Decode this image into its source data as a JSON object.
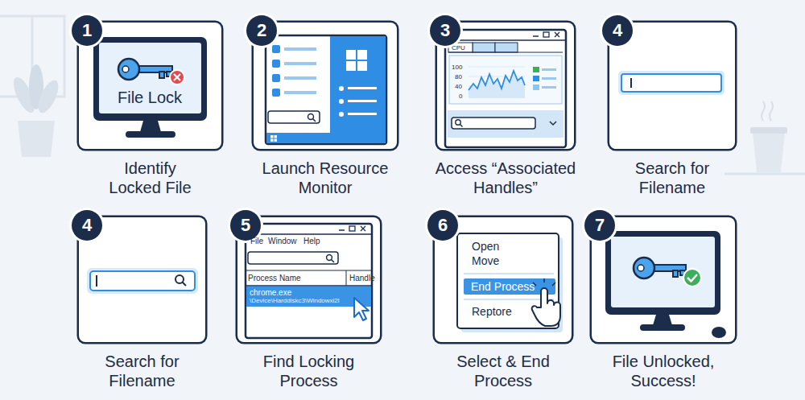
{
  "diagram": {
    "nodes": [
      {
        "text": [
          "Identify Locked File"
        ]
      },
      {
        "text": [
          "1"
        ],
        "in": 0
      },
      {
        "text": [
          "Launch Resource Monitor"
        ]
      },
      {
        "text": [
          "2"
        ],
        "in": 2
      },
      {
        "text": [
          "Access “Associated Handles”"
        ]
      },
      {
        "text": [
          "3"
        ],
        "in": 4
      },
      {
        "text": [
          "Search for Filename"
        ]
      },
      {
        "text": [
          "4"
        ],
        "in": 6
      },
      {
        "text": [
          "Search for Filename"
        ]
      },
      {
        "text": [
          "4"
        ],
        "in": 8
      },
      {
        "text": [
          "Find Locking Process"
        ]
      },
      {
        "text": [
          "5"
        ],
        "in": 10
      },
      {
        "text": [
          "chrome.exe",
          "\\Device\\Harddiskc3\\Windowxi2l"
        ],
        "in": 10
      },
      {
        "text": [
          "Select & End Process"
        ]
      },
      {
        "text": [
          "6"
        ],
        "in": 13
      },
      {
        "text": [
          "End Process"
        ],
        "in": 13
      },
      {
        "text": [
          "File Unlocked, Success!"
        ]
      },
      {
        "text": [
          "7"
        ],
        "in": 16
      }
    ],
    "labels": [
      "File Lock",
      "CPU",
      "100",
      "80",
      "40",
      "0",
      "File",
      "Window",
      "Help",
      "Process Name",
      "Handle",
      "Open",
      "Move",
      "Reptore"
    ]
  }
}
